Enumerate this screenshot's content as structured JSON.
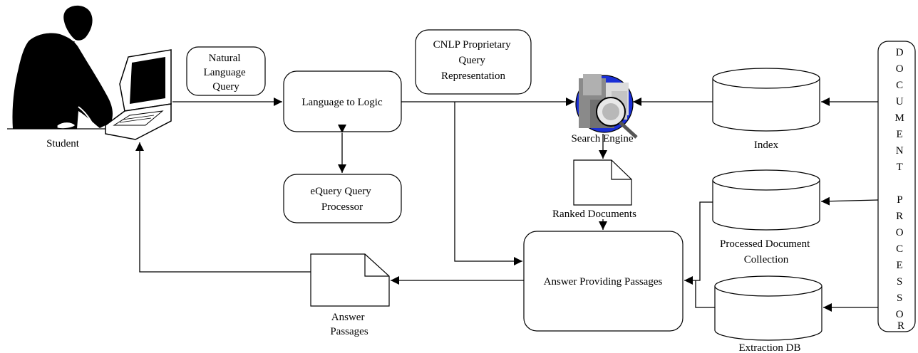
{
  "student": {
    "label": "Student"
  },
  "nl_query": {
    "lines": [
      "Natural",
      "Language",
      "Query"
    ]
  },
  "language_to_logic": {
    "label": "Language to Logic"
  },
  "cnlp_rep": {
    "lines": [
      "CNLP  Proprietary",
      "Query",
      "Representation"
    ]
  },
  "equery": {
    "lines": [
      "eQuery Query",
      "Processor"
    ]
  },
  "search_engine": {
    "label": "Search Engine"
  },
  "index": {
    "label": "Index"
  },
  "ranked_docs": {
    "label": "Ranked Documents"
  },
  "processed_collection": {
    "lines": [
      "Processed Document",
      "Collection"
    ]
  },
  "extraction_db": {
    "label": "Extraction DB"
  },
  "answer_passages_box": {
    "label": "Answer Providing Passages"
  },
  "answer_passages_doc": {
    "lines": [
      "Answer",
      "Passages"
    ]
  },
  "document_processor": {
    "letters": [
      "D",
      "O",
      "C",
      "U",
      "M",
      "E",
      "N",
      "T",
      "",
      "P",
      "R",
      "O",
      "C",
      "E",
      "S",
      "S",
      "O",
      "R"
    ]
  }
}
